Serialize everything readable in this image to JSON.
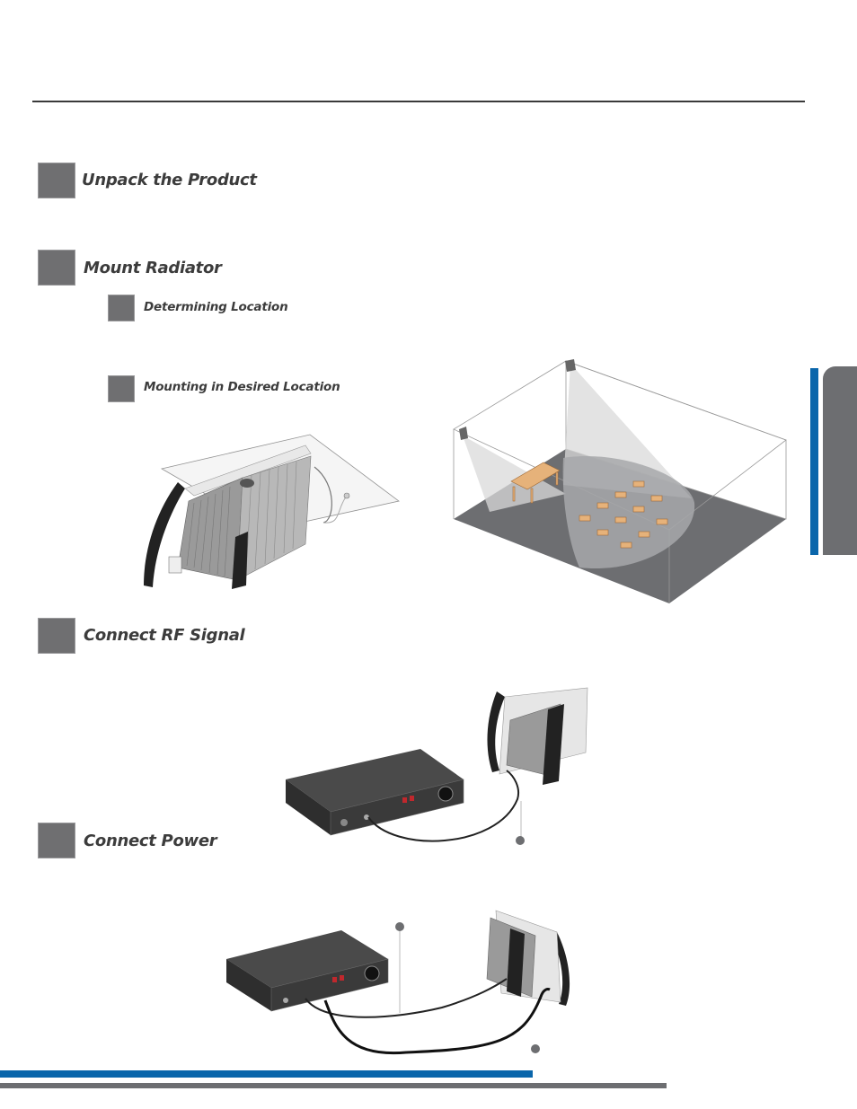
{
  "steps": [
    {
      "label": "Unpack the Product"
    },
    {
      "label": "Mount Radiator"
    },
    {
      "label": "Connect RF Signal"
    },
    {
      "label": "Connect Power"
    }
  ],
  "substeps": [
    {
      "label": "Determining Location"
    },
    {
      "label": "Mounting in Desired Location"
    }
  ],
  "colors": {
    "accent_blue": "#0a66ab",
    "step_box_gray": "#6f6f71",
    "rule_dark": "#3a3a3a",
    "floor_gray": "#6d6e71"
  },
  "illustrations": [
    {
      "icon": "ceiling-mount-radiator-icon"
    },
    {
      "icon": "room-coverage-diagram-icon"
    },
    {
      "icon": "rf-signal-connection-icon"
    },
    {
      "icon": "power-connection-icon"
    }
  ]
}
